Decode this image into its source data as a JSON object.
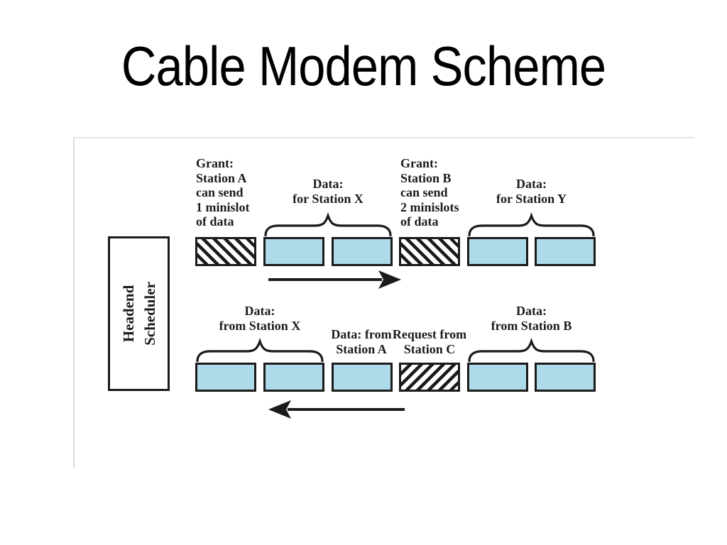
{
  "title": "Cable Modem Scheme",
  "colors": {
    "slot_fill": "#aedbe9",
    "ink": "#1b1b1b",
    "frame_border": "#dcdcdc"
  },
  "scheduler": {
    "lines": [
      "Headend",
      "Scheduler"
    ]
  },
  "downstream": {
    "direction": "right",
    "slots": [
      "grant-hatched",
      "data-blue",
      "data-blue",
      "grant-hatched",
      "data-blue",
      "data-blue"
    ],
    "grant_a": {
      "lines": [
        "Grant:",
        "Station A",
        "can send",
        "1 minislot",
        "of data"
      ]
    },
    "data_for_x": {
      "lines": [
        "Data:",
        "for Station X"
      ]
    },
    "grant_b": {
      "lines": [
        "Grant:",
        "Station B",
        "can send",
        "2 minislots",
        "of data"
      ]
    },
    "data_for_y": {
      "lines": [
        "Data:",
        "for Station Y"
      ]
    }
  },
  "upstream": {
    "direction": "left",
    "slots": [
      "data-blue",
      "data-blue",
      "data-blue",
      "request-hatched",
      "data-blue",
      "data-blue"
    ],
    "data_from_x": {
      "lines": [
        "Data:",
        "from Station X"
      ]
    },
    "data_from_a": {
      "lines": [
        "Data: from",
        "Station A"
      ]
    },
    "request_from_c": {
      "lines": [
        "Request from",
        "Station C"
      ]
    },
    "data_from_b": {
      "lines": [
        "Data:",
        "from Station B"
      ]
    }
  }
}
